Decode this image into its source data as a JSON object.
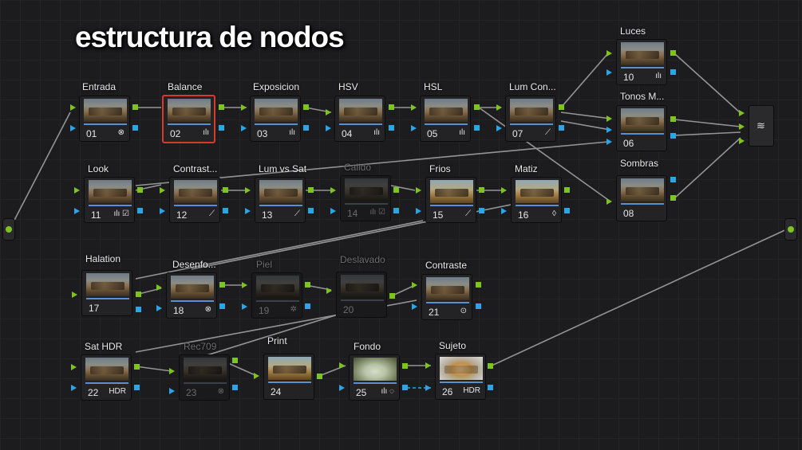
{
  "title": "estructura de nodos",
  "colors": {
    "green": "#7ec41f",
    "blue": "#2aa5e6",
    "selected": "#d63a2f"
  },
  "mixer_icon": "layers-icon",
  "nodes": {
    "n01": {
      "label": "Entrada",
      "num": "01",
      "icons": "⊗"
    },
    "n02": {
      "label": "Balance",
      "num": "02",
      "icons": "ılı"
    },
    "n03": {
      "label": "Exposicion",
      "num": "03",
      "icons": "ılı"
    },
    "n04": {
      "label": "HSV",
      "num": "04",
      "icons": "ılı"
    },
    "n05": {
      "label": "HSL",
      "num": "05",
      "icons": "ılı"
    },
    "n07": {
      "label": "Lum Con...",
      "num": "07",
      "icons": "⟋"
    },
    "n10": {
      "label": "Luces",
      "num": "10",
      "icons": "ılı"
    },
    "n06": {
      "label": "Tonos M...",
      "num": "06",
      "icons": ""
    },
    "n08": {
      "label": "Sombras",
      "num": "08",
      "icons": ""
    },
    "n11": {
      "label": "Look",
      "num": "11",
      "icons": "ılı ☑"
    },
    "n12": {
      "label": "Contrast...",
      "num": "12",
      "icons": "⟋"
    },
    "n13": {
      "label": "Lum vs Sat",
      "num": "13",
      "icons": "⟋"
    },
    "n14": {
      "label": "Calido",
      "num": "14",
      "icons": "ılı ☑"
    },
    "n15": {
      "label": "Frios",
      "num": "15",
      "icons": "⟋"
    },
    "n16": {
      "label": "Matiz",
      "num": "16",
      "icons": "◊"
    },
    "n17": {
      "label": "Halation",
      "num": "17",
      "icons": ""
    },
    "n18": {
      "label": "Desenfo...",
      "num": "18",
      "icons": "⊗"
    },
    "n19": {
      "label": "Piel",
      "num": "19",
      "icons": "✲"
    },
    "n20": {
      "label": "Deslavado",
      "num": "20",
      "icons": ""
    },
    "n21": {
      "label": "Contraste",
      "num": "21",
      "icons": "⊙"
    },
    "n22": {
      "label": "Sat HDR",
      "num": "22",
      "icons": "HDR"
    },
    "n23": {
      "label": "Rec709",
      "num": "23",
      "icons": "⊗"
    },
    "n24": {
      "label": "Print",
      "num": "24",
      "icons": ""
    },
    "n25": {
      "label": "Fondo",
      "num": "25",
      "icons": "ılı ◌"
    },
    "n26": {
      "label": "Sujeto",
      "num": "26",
      "icons": "HDR"
    }
  }
}
